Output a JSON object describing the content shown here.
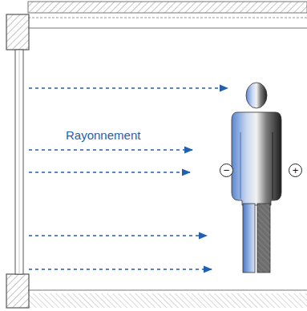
{
  "diagram": {
    "labels": [
      "Rayonnement",
      "−",
      "+"
    ]
  }
}
